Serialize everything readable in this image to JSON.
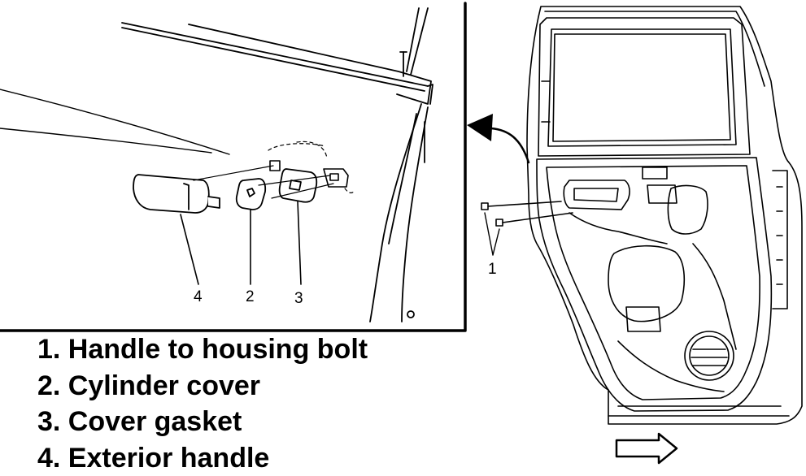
{
  "callouts": {
    "c1": "1",
    "c2": "2",
    "c3": "3",
    "c4": "4"
  },
  "legend": [
    "1. Handle to housing bolt",
    "2. Cylinder cover",
    "3. Cover gasket",
    "4. Exterior handle"
  ],
  "colors": {
    "line": "#000000",
    "background": "#ffffff"
  }
}
